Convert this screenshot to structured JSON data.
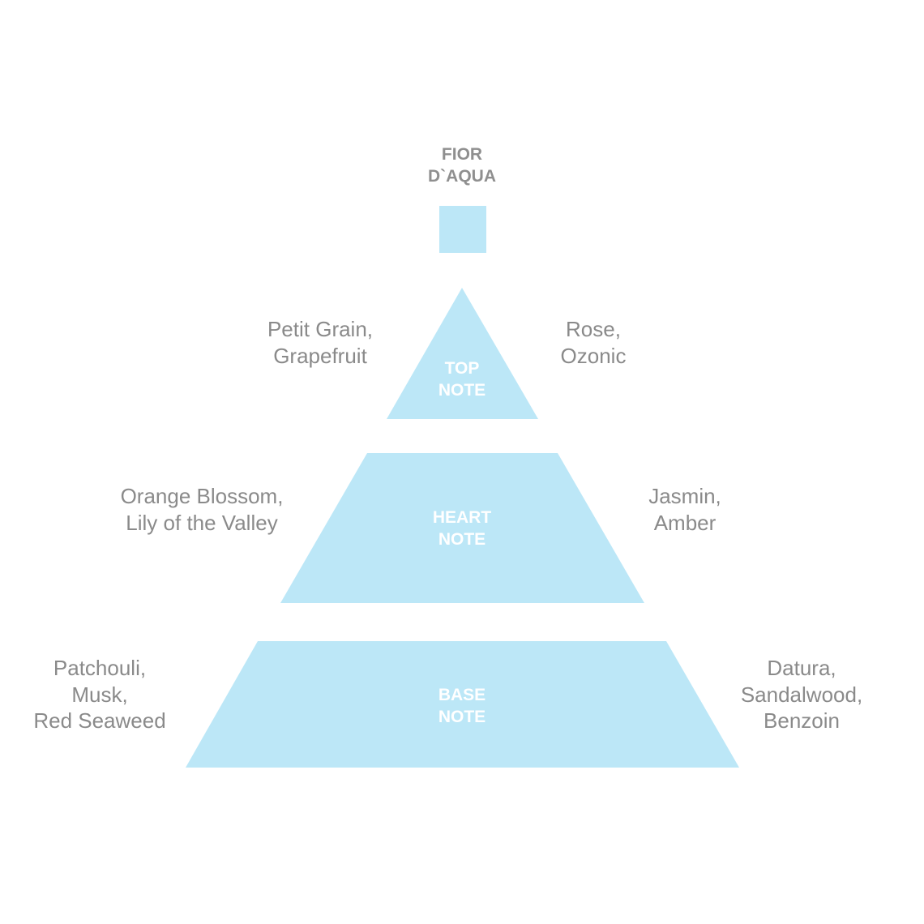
{
  "title": "FIOR\nD`AQUA",
  "colors": {
    "shape_fill": "#bce7f7",
    "label_color": "#ffffff",
    "text_color": "#8a8a8a"
  },
  "tiers": {
    "top": {
      "label": "TOP\nNOTE",
      "left_notes": "Petit Grain,\nGrapefruit",
      "right_notes": "Rose,\nOzonic"
    },
    "heart": {
      "label": "HEART\nNOTE",
      "left_notes": "Orange Blossom,\nLily of the Valley",
      "right_notes": "Jasmin,\nAmber"
    },
    "base": {
      "label": "BASE\nNOTE",
      "left_notes": "Patchouli,\nMusk,\nRed Seaweed",
      "right_notes": "Datura,\nSandalwood,\nBenzoin"
    }
  }
}
